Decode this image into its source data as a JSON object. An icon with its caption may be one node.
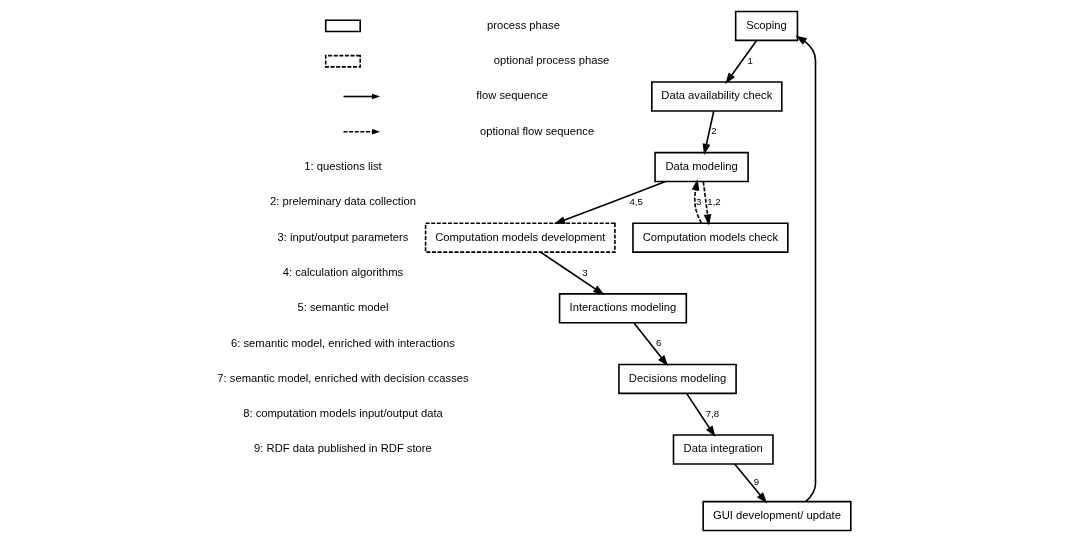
{
  "diagram": {
    "nodes": [
      {
        "text": [
          "Scoping"
        ]
      },
      {
        "text": [
          "Data availability check"
        ]
      },
      {
        "text": [
          "Data modeling"
        ]
      },
      {
        "text": [
          "Computation models check"
        ]
      },
      {
        "text": [
          "Computation models development"
        ]
      },
      {
        "text": [
          "Interactions modeling"
        ]
      },
      {
        "text": [
          "Decisions modeling"
        ]
      },
      {
        "text": [
          "Data integration"
        ]
      },
      {
        "text": [
          "GUI development/ update"
        ]
      }
    ],
    "edges": [
      {
        "from": 0,
        "to": 1,
        "arrow": "to",
        "label": "1"
      },
      {
        "from": 1,
        "to": 2,
        "arrow": "to",
        "label": "2"
      },
      {
        "from": 2,
        "to": 3,
        "arrow": "to",
        "label": "1,2",
        "style": "dashed"
      },
      {
        "from": 3,
        "to": 2,
        "arrow": "to",
        "label": "3",
        "style": "dashed"
      },
      {
        "from": 2,
        "to": 4,
        "arrow": "to",
        "label": "4,5"
      },
      {
        "from": 4,
        "to": 5,
        "arrow": "to",
        "label": "3"
      },
      {
        "from": 5,
        "to": 6,
        "arrow": "to",
        "label": "6"
      },
      {
        "from": 6,
        "to": 7,
        "arrow": "to",
        "label": "7,8"
      },
      {
        "from": 7,
        "to": 8,
        "arrow": "to",
        "label": "9"
      },
      {
        "from": 8,
        "to": 0,
        "arrow": "to"
      }
    ],
    "labels": [
      "1: questions list",
      "2: preleminary data collection",
      "3: input/output parameters",
      "4: calculation algorithms",
      "5: semantic model",
      "6: semantic model, enriched with interactions",
      "7: semantic model, enriched with decision ccasses",
      "8: computation models input/output data",
      "9: RDF data published in RDF store"
    ],
    "legend": [
      {
        "text": "process phase"
      },
      {
        "text": "optional process phase"
      },
      {
        "text": "flow sequence"
      },
      {
        "text": "optional flow sequence"
      }
    ]
  }
}
